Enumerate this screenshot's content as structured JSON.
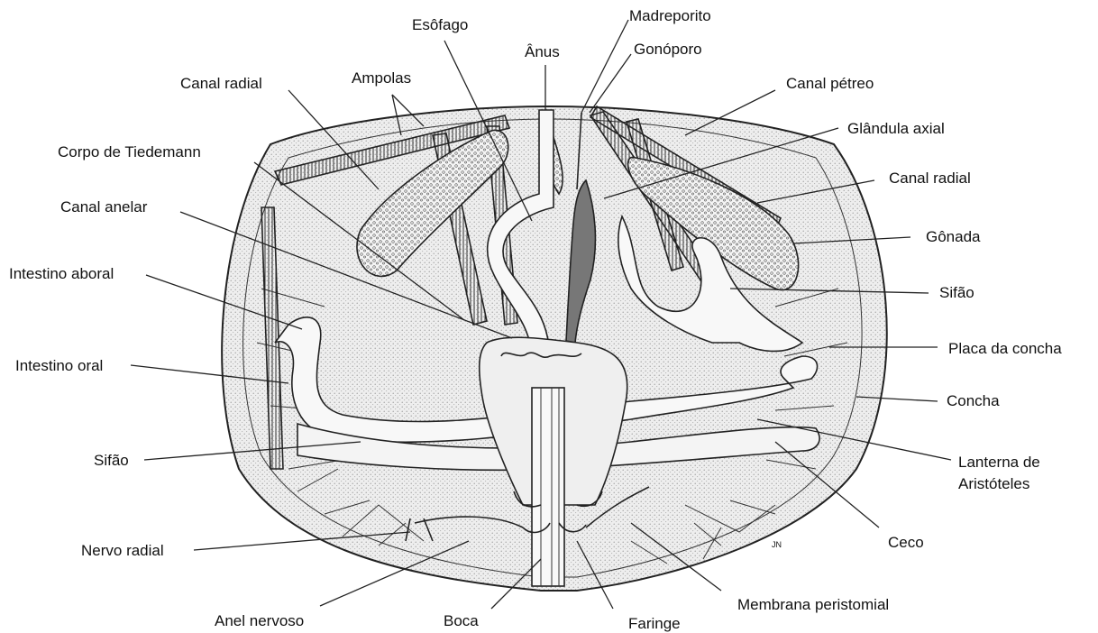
{
  "labels": {
    "esofago": "Esôfago",
    "madreporito": "Madreporito",
    "anus": "Ânus",
    "gonoporo": "Gonóporo",
    "ampolas": "Ampolas",
    "canal_radial_left": "Canal radial",
    "canal_petreo": "Canal pétreo",
    "glandula_axial": "Glândula axial",
    "corpo_tiedemann": "Corpo de Tiedemann",
    "canal_radial_right": "Canal radial",
    "canal_anelar": "Canal anelar",
    "gonada": "Gônada",
    "intestino_aboral": "Intestino aboral",
    "sifao_right": "Sifão",
    "placa_concha": "Placa da concha",
    "intestino_oral": "Intestino oral",
    "concha": "Concha",
    "sifao_left": "Sifão",
    "lanterna_1": "Lanterna de",
    "lanterna_2": "Aristóteles",
    "ceco": "Ceco",
    "nervo_radial": "Nervo radial",
    "membrana_peristomial": "Membrana peristomial",
    "anel_nervoso": "Anel nervoso",
    "boca": "Boca",
    "faringe": "Faringe",
    "signature": "JN"
  }
}
